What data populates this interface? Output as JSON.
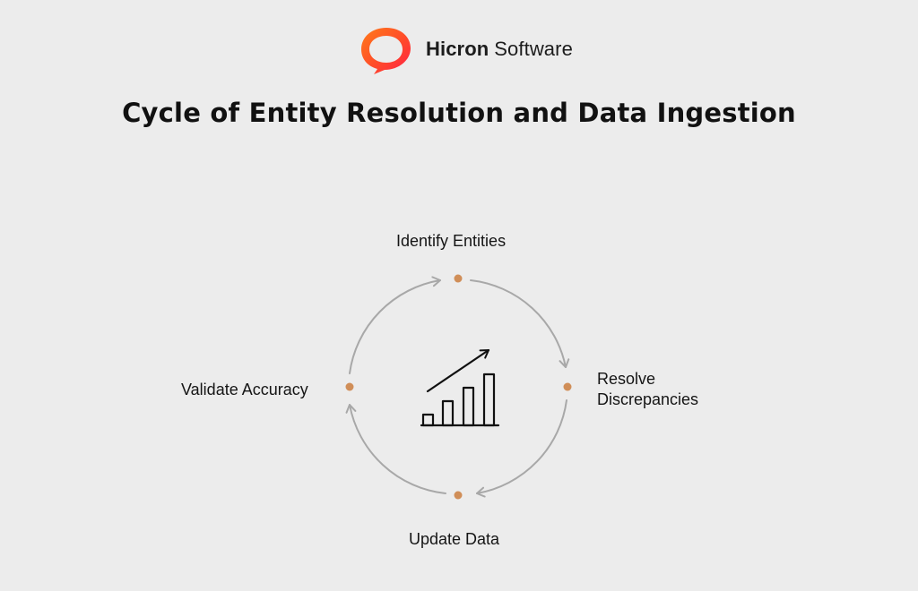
{
  "brand": {
    "name_strong": "Hicron",
    "name_light": "Software",
    "logo_colors": [
      "#e84a2e",
      "#ff8a18",
      "#ff2d3c"
    ]
  },
  "title": "Cycle of Entity Resolution and Data Ingestion",
  "diagram": {
    "nodes": [
      {
        "id": "identify",
        "label": "Identify Entities"
      },
      {
        "id": "resolve",
        "label": "Resolve Discrepancies"
      },
      {
        "id": "update",
        "label": "Update Data"
      },
      {
        "id": "validate",
        "label": "Validate Accuracy"
      }
    ],
    "center_icon": "growth-bar-chart-icon",
    "colors": {
      "ring": "#a8a8a8",
      "node_dot": "#d08e58",
      "icon": "#111111"
    }
  }
}
